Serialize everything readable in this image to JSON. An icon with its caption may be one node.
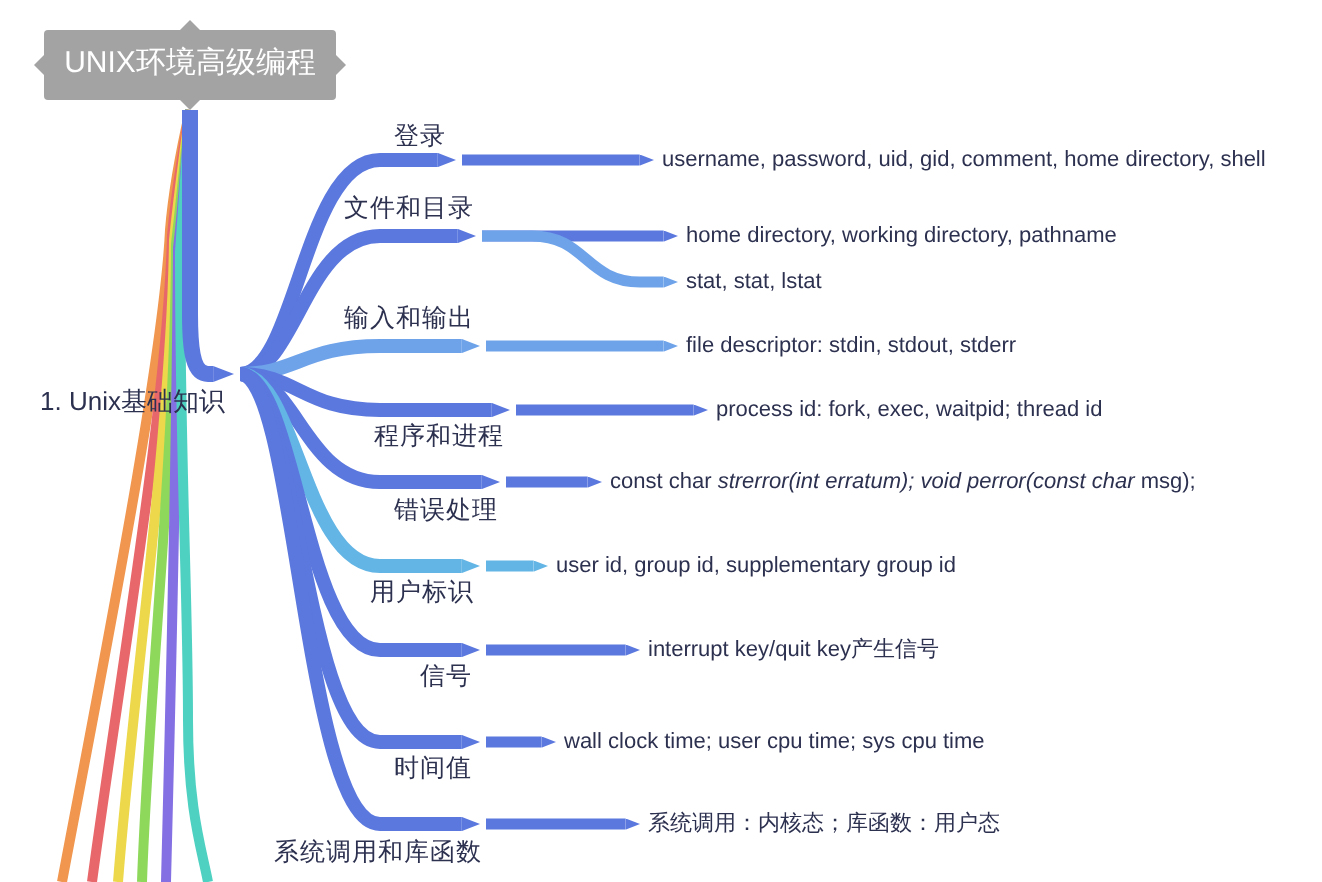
{
  "diagram": {
    "nodes": [
      {
        "text": [
          "UNIX环境高级编程"
        ]
      },
      {
        "text": [
          "1. Unix基础知识"
        ]
      },
      {
        "text": [
          "登录"
        ]
      },
      {
        "text": [
          "文件和目录"
        ]
      },
      {
        "text": [
          "输入和输出"
        ]
      },
      {
        "text": [
          "程序和进程"
        ]
      },
      {
        "text": [
          "错误处理"
        ]
      },
      {
        "text": [
          "用户标识"
        ]
      },
      {
        "text": [
          "信号"
        ]
      },
      {
        "text": [
          "时间值"
        ]
      },
      {
        "text": [
          "系统调用和库函数"
        ]
      },
      {
        "text": [
          "username, password, uid, gid, comment, home directory, shell"
        ]
      },
      {
        "text": [
          "home directory, working directory, pathname"
        ]
      },
      {
        "text": [
          "stat, stat, lstat"
        ]
      },
      {
        "text": [
          "file descriptor: stdin, stdout, stderr"
        ]
      },
      {
        "text": [
          "process id: fork, exec, waitpid; thread id"
        ]
      },
      {
        "text": [
          "const char *strerror(int erratum); void perror(const char* msg);"
        ]
      },
      {
        "text": [
          "user id, group id, supplementary group id"
        ]
      },
      {
        "text": [
          "interrupt key/quit key产生信号"
        ]
      },
      {
        "text": [
          "wall clock time; user cpu time; sys cpu time"
        ]
      },
      {
        "text": [
          "系统调用：内核态；库函数：用户态"
        ]
      }
    ],
    "edges": [
      {
        "from": 0,
        "to": 1,
        "arrow": "to"
      },
      {
        "from": 1,
        "to": 2,
        "arrow": "to"
      },
      {
        "from": 1,
        "to": 3,
        "arrow": "to"
      },
      {
        "from": 1,
        "to": 4,
        "arrow": "to",
        "color": "#6ea3ea"
      },
      {
        "from": 1,
        "to": 5,
        "arrow": "to"
      },
      {
        "from": 1,
        "to": 6,
        "arrow": "to"
      },
      {
        "from": 1,
        "to": 7,
        "arrow": "to",
        "color": "#63b5e5"
      },
      {
        "from": 1,
        "to": 8,
        "arrow": "to"
      },
      {
        "from": 1,
        "to": 9,
        "arrow": "to"
      },
      {
        "from": 1,
        "to": 10,
        "arrow": "to"
      },
      {
        "from": 2,
        "to": 11,
        "arrow": "to"
      },
      {
        "from": 3,
        "to": 12,
        "arrow": "to"
      },
      {
        "from": 3,
        "to": 13,
        "arrow": "to",
        "color": "#6ea3ea"
      },
      {
        "from": 4,
        "to": 14,
        "arrow": "to",
        "color": "#6ea3ea"
      },
      {
        "from": 5,
        "to": 15,
        "arrow": "to"
      },
      {
        "from": 6,
        "to": 16,
        "arrow": "to"
      },
      {
        "from": 7,
        "to": 17,
        "arrow": "to",
        "color": "#63b5e5"
      },
      {
        "from": 8,
        "to": 18,
        "arrow": "to"
      },
      {
        "from": 9,
        "to": 19,
        "arrow": "to"
      },
      {
        "from": 10,
        "to": 20,
        "arrow": "to"
      },
      {
        "from": 0,
        "to": null,
        "arrow": "none",
        "color": "#f0964f"
      },
      {
        "from": 0,
        "to": null,
        "arrow": "none",
        "color": "#e8676a"
      },
      {
        "from": 0,
        "to": null,
        "arrow": "none",
        "color": "#ecd84a"
      },
      {
        "from": 0,
        "to": null,
        "arrow": "none",
        "color": "#8ed85c"
      },
      {
        "from": 0,
        "to": null,
        "arrow": "none",
        "color": "#8470e2"
      },
      {
        "from": 0,
        "to": null,
        "arrow": "none",
        "color": "#4fd1c2"
      }
    ]
  }
}
